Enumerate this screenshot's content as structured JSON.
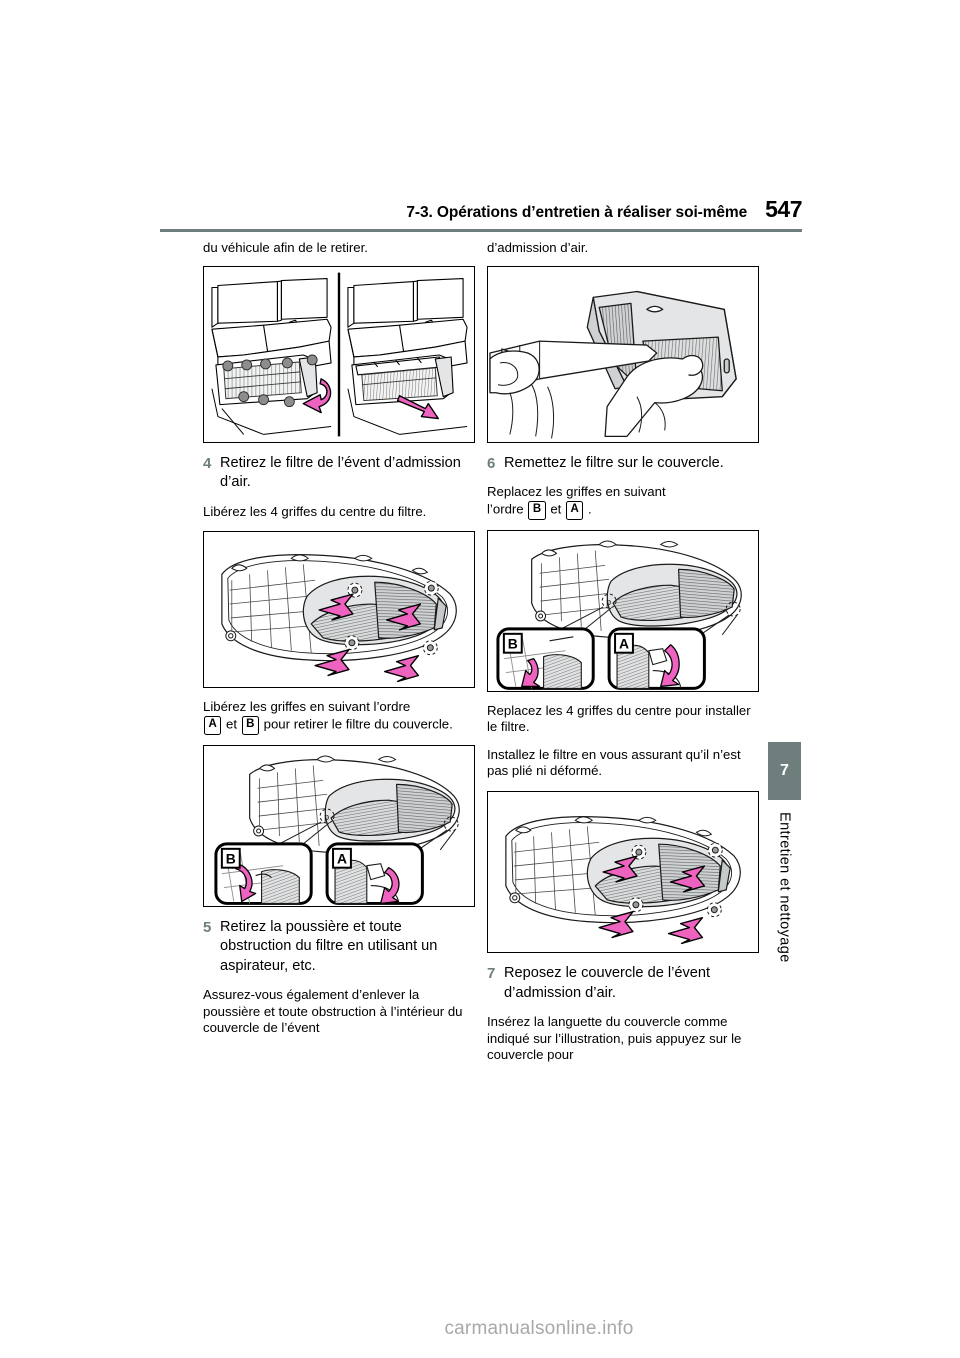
{
  "header": {
    "section_title": "7-3. Opérations d’entretien à réaliser soi-même",
    "page_number": "547",
    "rule_color": "#6d7e7d"
  },
  "thumb_tab": {
    "chapter_number": "7",
    "chapter_label": "Entretien et nettoyage",
    "color": "#6d7e7d"
  },
  "left_column": {
    "lead_text": "du véhicule afin de le retirer.",
    "figure_1": {
      "caption_name": "rear-seat-vent-removal-illustration",
      "alt": "Deux vues de l’évent d’admission d’air sous la banquette arrière avec flèches de retrait"
    },
    "step_4": {
      "number": "4",
      "text": "Retirez le filtre de l’évent d’admission d’air."
    },
    "text_after_step_4": "Libérez les 4 griffes du centre du filtre.",
    "figure_2": {
      "caption_name": "filter-four-center-claws-illustration",
      "alt": "Couvercle d’évent avec quatre flèches roses indiquant les griffes centrales"
    },
    "text_order_line_1": "Libérez les griffes en suivant l’ordre",
    "chip_a": "A",
    "text_order_et": "et",
    "chip_b": "B",
    "text_order_line_2": "pour retirer le filtre du couvercle.",
    "figure_3": {
      "caption_name": "claw-release-order-ab-illustration",
      "alt": "Couvercle d’évent avec agrandissements B et A montrant le sens de libération des griffes"
    },
    "step_5": {
      "number": "5",
      "text": "Retirez la poussière et toute obstruction du filtre en utilisant un aspirateur, etc."
    },
    "text_after_step_5": "Assurez-vous également d’enlever la poussière et toute obstruction à l’intérieur du couvercle de l’évent"
  },
  "right_column": {
    "lead_text": "d’admission d’air.",
    "figure_4": {
      "caption_name": "vacuum-cleaning-filter-illustration",
      "alt": "Nettoyage du filtre avec un embout d’aspirateur tenu à la main"
    },
    "step_6": {
      "number": "6",
      "text": "Remettez le filtre sur le couvercle."
    },
    "text_after_step_6_line_1": "Replacez les griffes en suivant",
    "text_after_step_6_line_2": "l’ordre",
    "chip_b": "B",
    "text_et": "et",
    "chip_a": "A",
    "text_period": ".",
    "figure_5": {
      "caption_name": "claw-refit-order-ba-illustration",
      "alt": "Couvercle d’évent avec agrandissements B et A montrant le sens de remise en place des griffes"
    },
    "text_para_1": "Replacez les 4 griffes du centre pour installer le filtre.",
    "text_para_2": "Installez le filtre en vous assurant qu’il n’est pas plié ni déformé.",
    "figure_6": {
      "caption_name": "filter-refit-four-claws-illustration",
      "alt": "Couvercle d’évent avec quatre flèches roses indiquant la remise en place des griffes"
    },
    "step_7": {
      "number": "7",
      "text": "Reposez le couvercle de l’évent d’admission d’air."
    },
    "text_after_step_7": "Insérez la languette du couvercle comme indiqué sur l’illustration, puis appuyez sur le couvercle pour"
  },
  "footer": {
    "watermark": "carmanualsonline.info"
  },
  "colors": {
    "accent_gray": "#6d7e7d",
    "arrow_pink": "#ef63c0",
    "line_black": "#000000",
    "fill_light": "#e3e5e6"
  }
}
